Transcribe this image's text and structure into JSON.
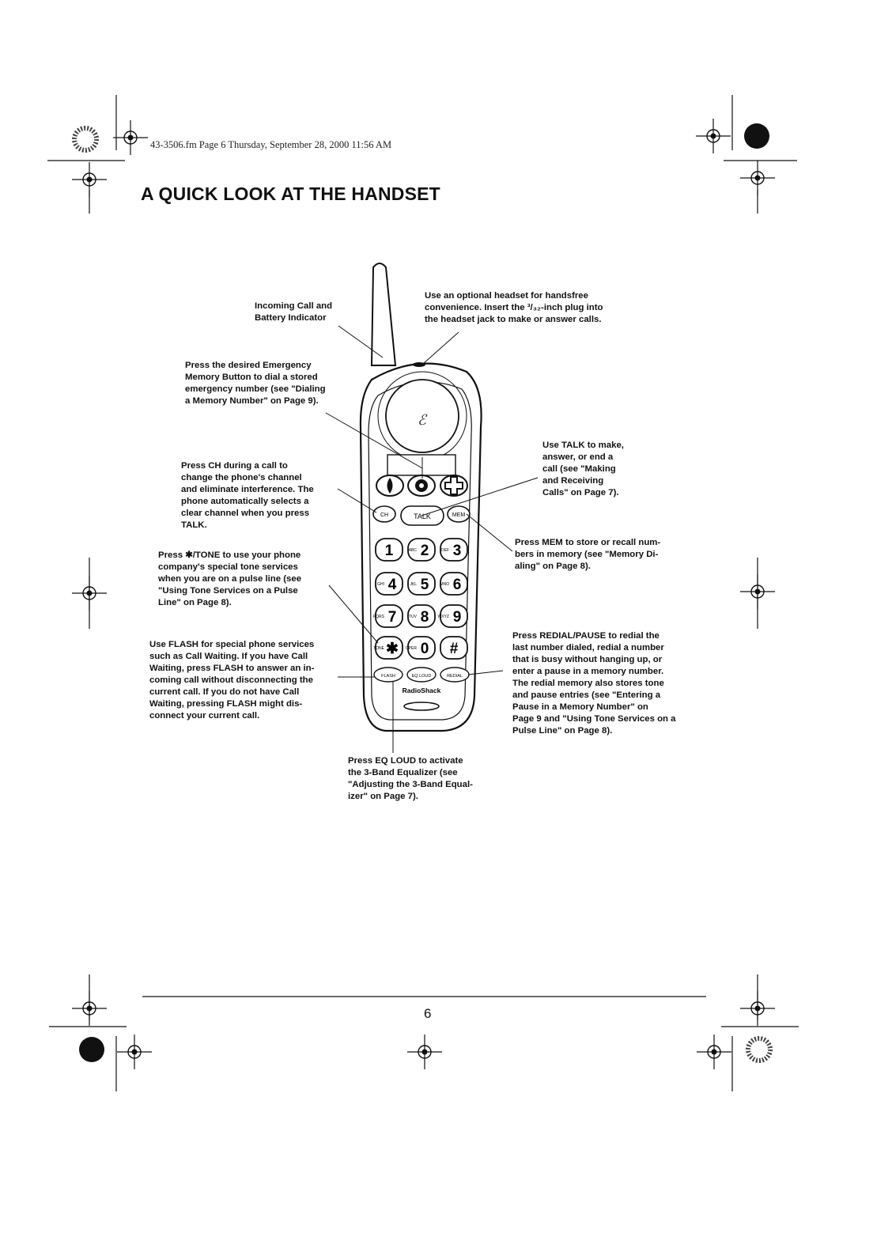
{
  "header": {
    "file_info": "43-3506.fm  Page 6  Thursday, September 28, 2000  11:56 AM"
  },
  "title": "A QUICK LOOK AT THE HANDSET",
  "callouts": {
    "incoming_call": "Incoming Call and\nBattery Indicator",
    "headset": "Use an optional headset for handsfree\nconvenience. Insert the ³/₃₂-inch plug into\nthe headset jack to make or answer calls.",
    "emergency": "Press the desired Emergency\nMemory Button to dial a stored\nemergency number (see \"Dialing\na Memory Number\" on Page 9).",
    "talk": "Use TALK to make,\nanswer, or end a\ncall (see \"Making\nand Receiving\nCalls\" on Page 7).",
    "ch": "Press CH during a call to\nchange the phone's channel\nand eliminate interference. The\nphone automatically selects a\nclear channel when you press\nTALK.",
    "mem": "Press MEM to store or recall num-\nbers in memory (see \"Memory Di-\naling\" on Page 8).",
    "tone": "Press ✱/TONE to use your phone\ncompany's special tone services\nwhen you are on a pulse line (see\n\"Using Tone Services on a Pulse\nLine\" on Page 8).",
    "flash": "Use FLASH for special phone services\nsuch as Call Waiting. If you have Call\nWaiting, press FLASH to answer an in-\ncoming call without disconnecting the\ncurrent call. If you do not have Call\nWaiting, pressing FLASH might dis-\nconnect your current call.",
    "redial": "Press REDIAL/PAUSE to redial the\nlast number dialed, redial a number\nthat is busy without hanging up, or\nenter a pause in a memory number.\nThe redial memory also stores tone\nand pause entries (see \"Entering a\nPause in a Memory Number\" on\nPage 9 and \"Using Tone Services on a\nPulse Line\" on Page 8).",
    "eq_loud": "Press EQ LOUD to activate\nthe 3-Band Equalizer (see\n\"Adjusting the 3-Band Equal-\nizer\" on Page 7)."
  },
  "handset": {
    "talk_label": "TALK",
    "ch_label": "CH",
    "mem_label": "MEM",
    "brand": "RadioShack",
    "keys": [
      {
        "digit": "1",
        "letters": ""
      },
      {
        "digit": "2",
        "letters": "ABC"
      },
      {
        "digit": "3",
        "letters": "DEF"
      },
      {
        "digit": "4",
        "letters": "GHI"
      },
      {
        "digit": "5",
        "letters": "JKL"
      },
      {
        "digit": "6",
        "letters": "MNO"
      },
      {
        "digit": "7",
        "letters": "PQRS"
      },
      {
        "digit": "8",
        "letters": "TUV"
      },
      {
        "digit": "9",
        "letters": "WXYZ"
      },
      {
        "digit": "✱",
        "letters": "TONE"
      },
      {
        "digit": "0",
        "letters": "OPER"
      },
      {
        "digit": "#",
        "letters": ""
      }
    ],
    "bottom_buttons": [
      "FLASH",
      "EQ LOUD",
      "REDIAL"
    ]
  },
  "footer": {
    "page_number": "6"
  }
}
